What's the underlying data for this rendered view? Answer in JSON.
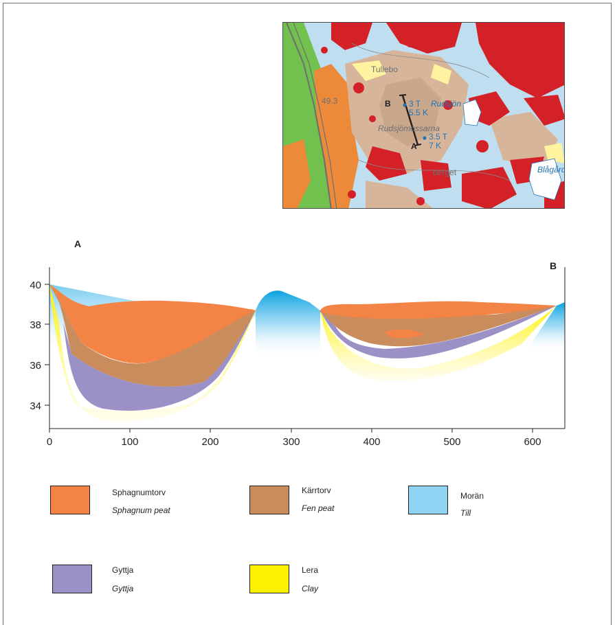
{
  "map": {
    "place_names": [
      "Tullebo",
      "49.3",
      "Rudsjön",
      "Rudsjömossarna",
      "Blågård",
      "berget"
    ],
    "section_line": {
      "start": "B",
      "end": "A"
    },
    "borings": [
      {
        "line1": "3 T",
        "line2": "5.5 K"
      },
      {
        "line1": "3.5 T",
        "line2": "7 K"
      }
    ]
  },
  "section": {
    "label_start": "A",
    "label_end": "B",
    "x_ticks": [
      "0",
      "100",
      "200",
      "300",
      "400",
      "500",
      "600"
    ],
    "y_ticks": [
      "40",
      "38",
      "36",
      "34"
    ],
    "x_range": [
      0,
      640
    ],
    "y_range": [
      33,
      41
    ]
  },
  "legend": [
    {
      "id": "sphagnum",
      "name": "Sphagnumtorv",
      "english": "Sphagnum peat",
      "color": "#f48346"
    },
    {
      "id": "fen",
      "name": "Kärrtorv",
      "english": "Fen peat",
      "color": "#c98c5d"
    },
    {
      "id": "till",
      "name": "Morän",
      "english": "Till",
      "color": "#8fd3f3"
    },
    {
      "id": "gyttja",
      "name": "Gyttja",
      "english": "Gyttja",
      "color": "#9b91c7"
    },
    {
      "id": "clay",
      "name": "Lera",
      "english": "Clay",
      "color": "#fff200"
    }
  ]
}
